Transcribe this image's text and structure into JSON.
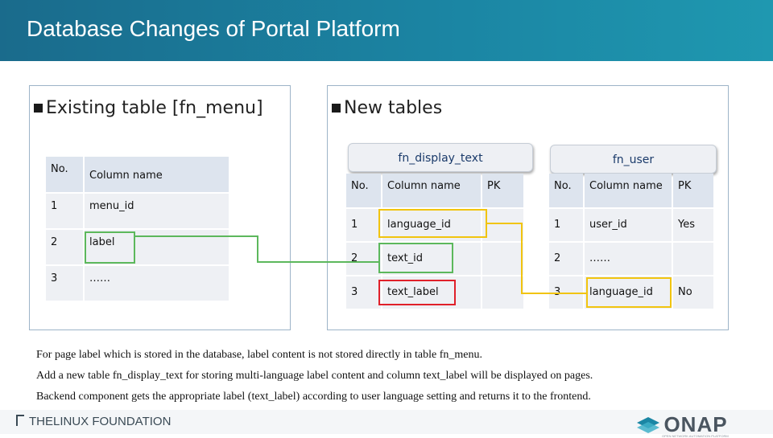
{
  "slide": {
    "title": "Database Changes of Portal Platform"
  },
  "existing": {
    "heading": "Existing table [fn_menu]",
    "columns": [
      "No.",
      "Column name"
    ],
    "rows": [
      [
        "1",
        "menu_id"
      ],
      [
        "2",
        "label"
      ],
      [
        "3",
        "……"
      ]
    ]
  },
  "new_tables": {
    "heading": "New tables",
    "display_text": {
      "name": "fn_display_text",
      "columns": [
        "No.",
        "Column name",
        "PK"
      ],
      "rows": [
        [
          "1",
          "language_id",
          ""
        ],
        [
          "2",
          "text_id",
          ""
        ],
        [
          "3",
          "text_label",
          ""
        ]
      ]
    },
    "user": {
      "name": "fn_user",
      "columns": [
        "No.",
        "Column name",
        "PK"
      ],
      "rows": [
        [
          "1",
          "user_id",
          "Yes"
        ],
        [
          "2",
          "……",
          ""
        ],
        [
          "3",
          "language_id",
          "No"
        ]
      ]
    }
  },
  "notes": [
    "For page label which is stored in the database, label content is not stored directly in table fn_menu.",
    "Add a new table fn_display_text for storing multi-language label content and column text_label will be displayed on pages.",
    "Backend component gets the appropriate label (text_label) according to user language setting and returns it to the frontend."
  ],
  "footer": {
    "left_logo": "THELINUX FOUNDATION",
    "right_logo": "ONAP",
    "right_logo_tagline": "OPEN NETWORK AUTOMATION PLATFORM"
  },
  "colors": {
    "header": "#1b86a4",
    "highlight_green": "#5cb85c",
    "highlight_red": "#e0202a",
    "highlight_yellow": "#f1c40f"
  }
}
